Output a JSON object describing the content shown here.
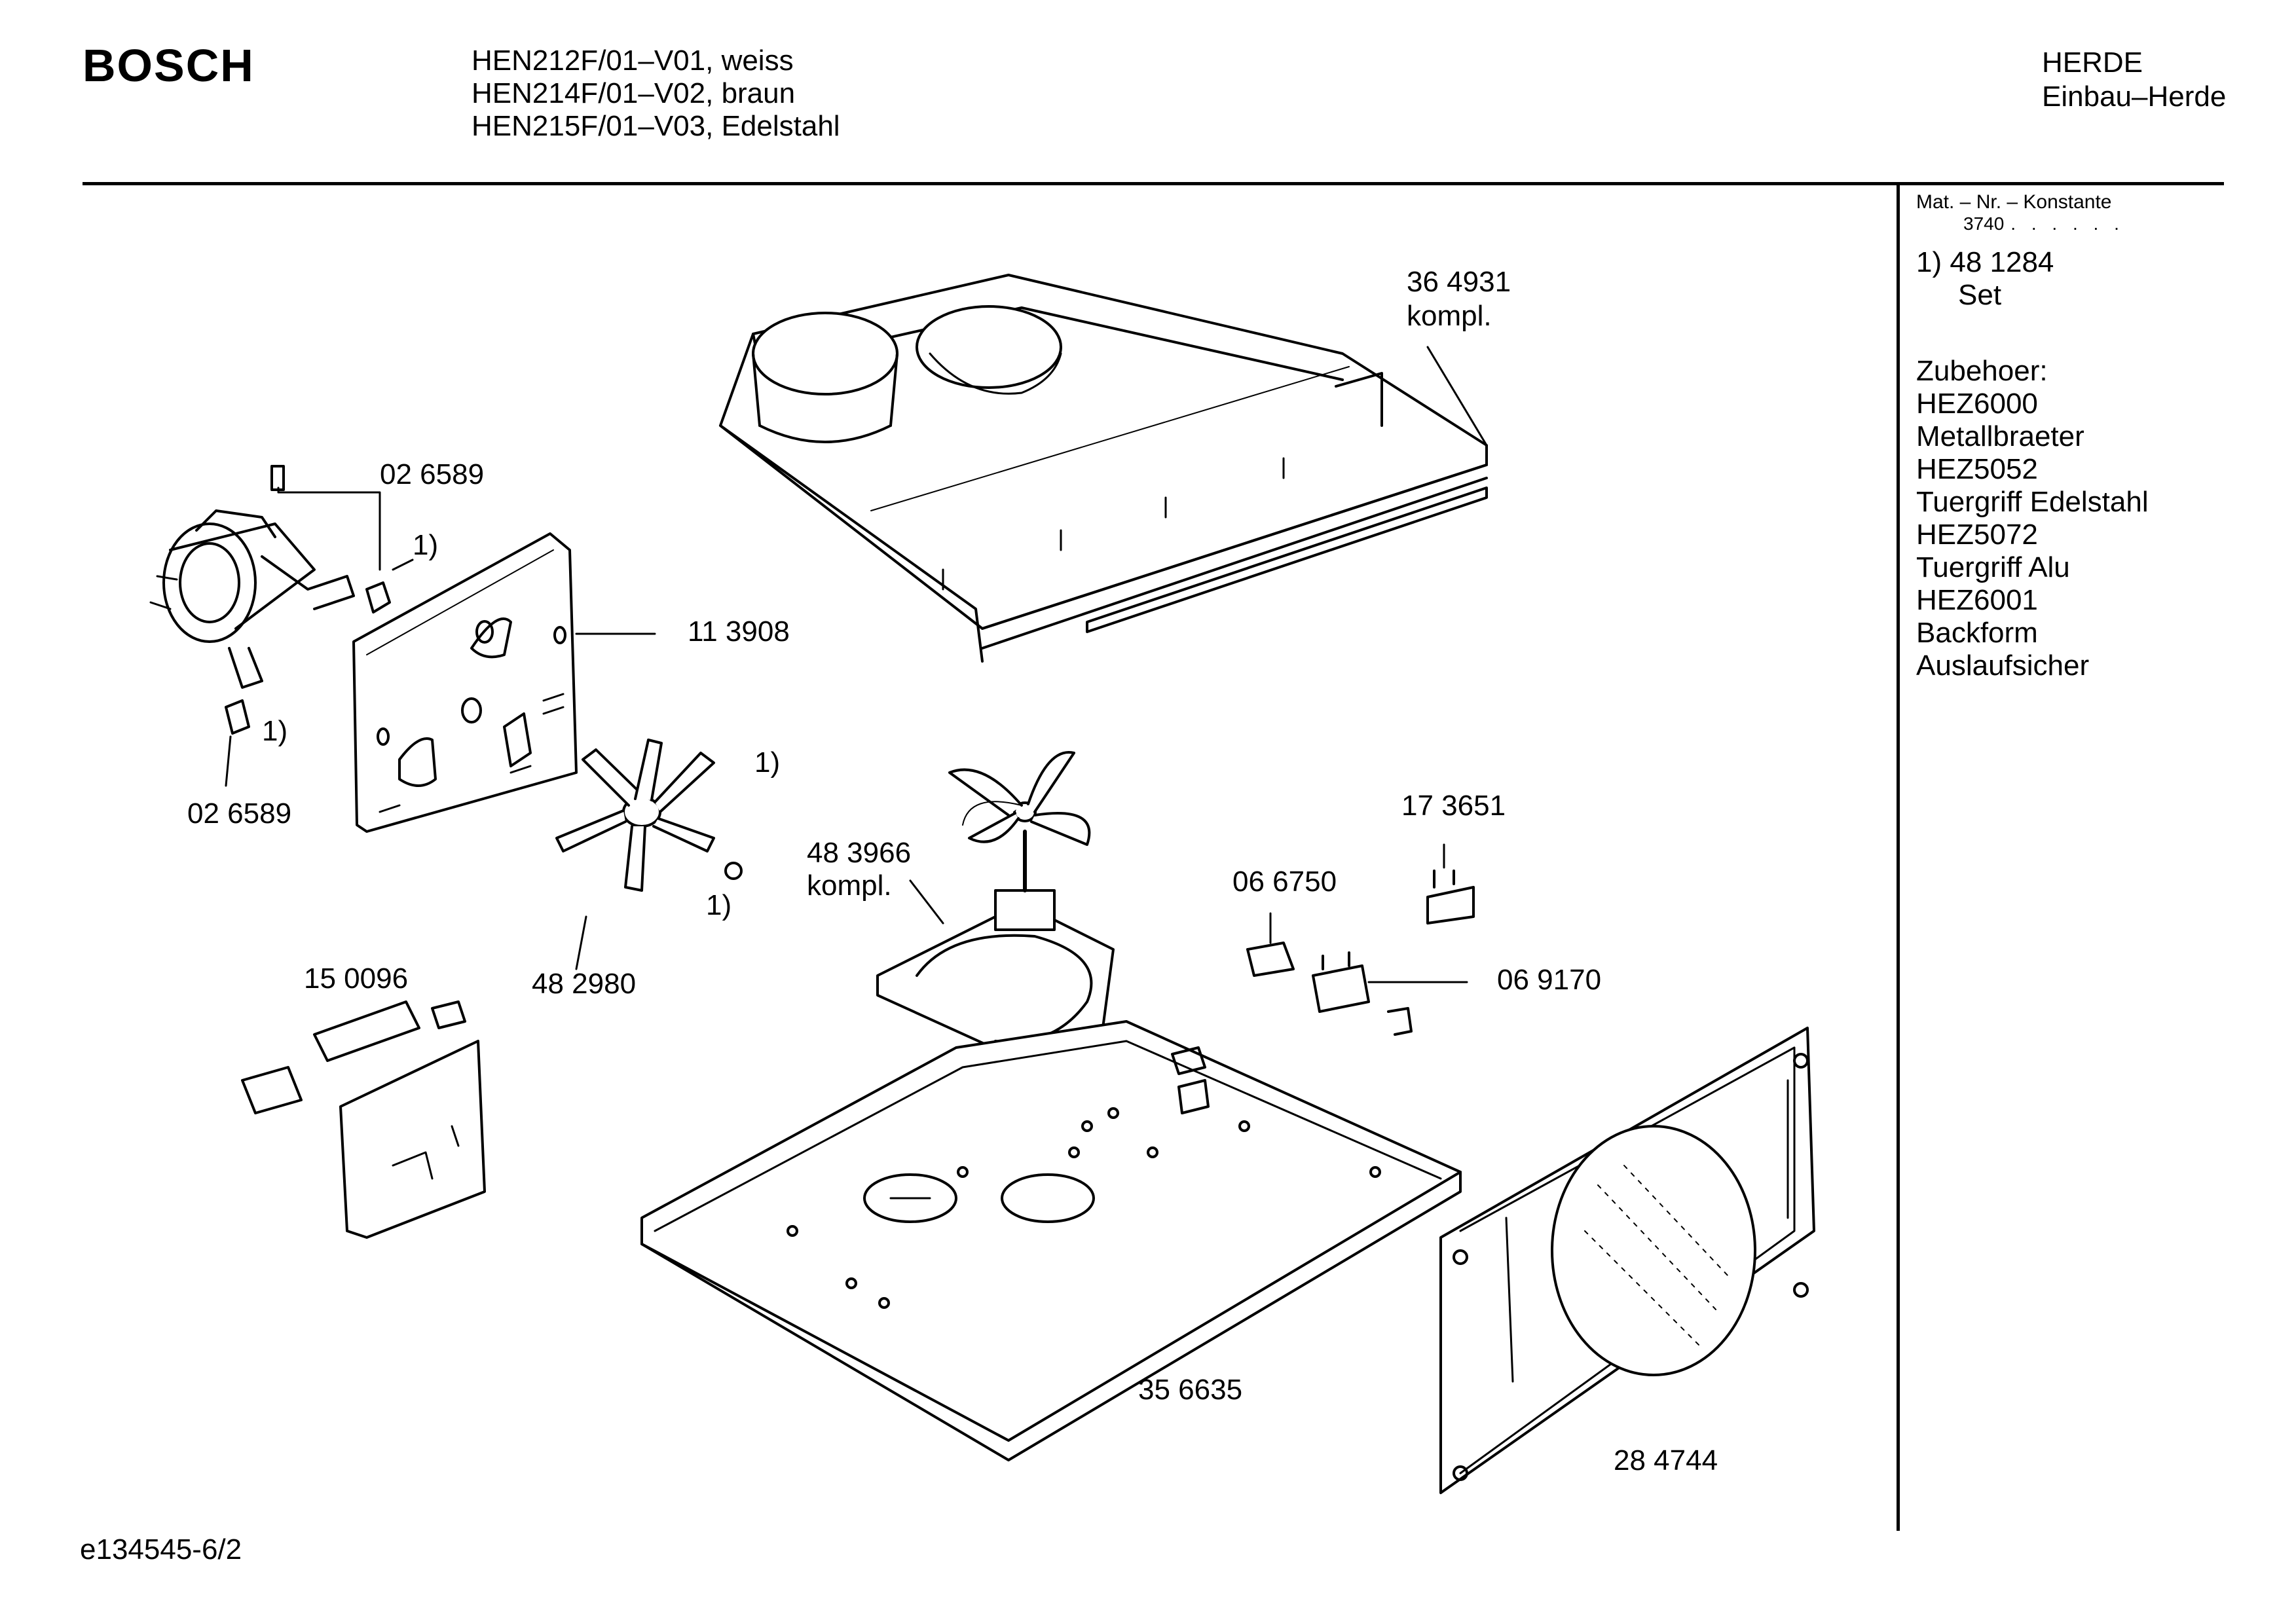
{
  "header": {
    "brand": "BOSCH",
    "models": [
      "HEN212F/01–V01, weiss",
      "HEN214F/01–V02, braun",
      "HEN215F/01–V03, Edelstahl"
    ],
    "category": "HERDE",
    "subcategory": "Einbau–Herde"
  },
  "sidebar": {
    "mat_header": "Mat. – Nr. – Konstante",
    "mat_number": "3740",
    "mat_dots": ". . . . . .",
    "note_line1": "1) 48 1284",
    "note_line2": "Set",
    "accessories": [
      "Zubehoer:",
      "HEZ6000",
      "Metallbraeter",
      "HEZ5052",
      "Tuergriff Edelstahl",
      "HEZ5072",
      "Tuergriff Alu",
      "HEZ6001",
      "Backform",
      "Auslaufsicher"
    ]
  },
  "callouts": {
    "c364931": "36 4931",
    "c364931_sub": "kompl.",
    "c026589_top": "02 6589",
    "c026589_bottom": "02 6589",
    "c113908": "11 3908",
    "note_motor": "1)",
    "note_clip": "1)",
    "note_fan": "1)",
    "note_nut": "1)",
    "c482980": "48 2980",
    "c483966": "48 3966",
    "c483966_sub": "kompl.",
    "c173651": "17 3651",
    "c066750": "06 6750",
    "c069170": "06 9170",
    "c150096": "15 0096",
    "c356635": "35 6635",
    "c284744": "28 4744"
  },
  "footer": {
    "drawing_id": "e134545-6/2"
  }
}
